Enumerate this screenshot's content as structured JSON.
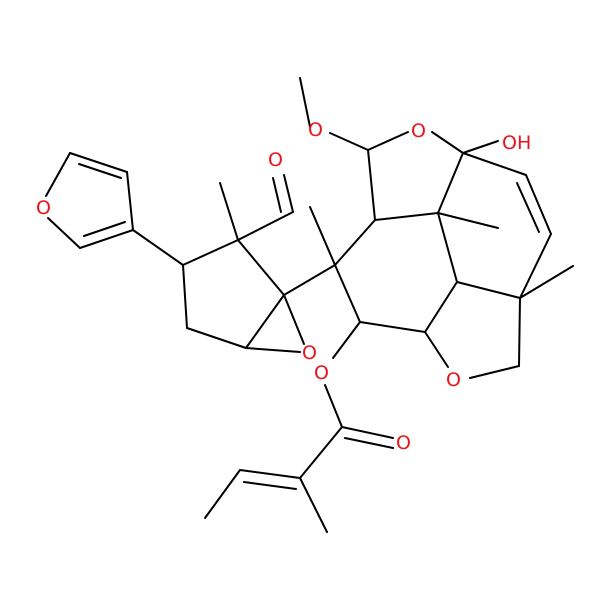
{
  "molecule": {
    "atom_labels": {
      "furan_o": "O",
      "aldehyde_o": "O",
      "epoxide_o": "O",
      "methoxy_o": "O",
      "ring_o_top": "O",
      "hydroxyl": "OH",
      "ester_o": "O",
      "carbonyl_o": "O",
      "ring_o_bottom": "O"
    },
    "heteroatom_color": "#e8141b",
    "bond_color": "#000000"
  }
}
